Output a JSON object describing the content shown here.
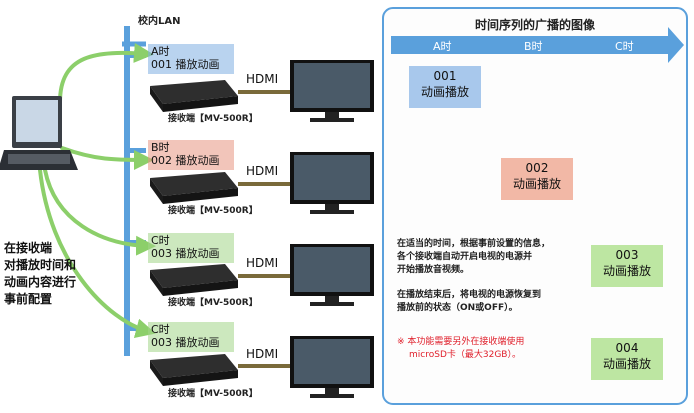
{
  "lan_label": "校内LAN",
  "receivers": [
    {
      "slot": "A时",
      "content": "001 播放动画",
      "label": "接收端【MV-500R】",
      "hdmi": "HDMI"
    },
    {
      "slot": "B时",
      "content": "002 播放动画",
      "label": "接收端【MV-500R】",
      "hdmi": "HDMI"
    },
    {
      "slot": "C时",
      "content": "003 播放动画",
      "label": "接收端【MV-500R】",
      "hdmi": "HDMI"
    },
    {
      "slot": "C时",
      "content": "003 播放动画",
      "label": "接收端【MV-500R】",
      "hdmi": "HDMI"
    }
  ],
  "left_note": [
    "在接收端",
    "对播放时间和",
    "动画内容进行",
    "事前配置"
  ],
  "timeline": {
    "title": "时间序列的广播的图像",
    "headers": [
      "A时",
      "B时",
      "C时"
    ],
    "events": [
      {
        "number": "001",
        "label": "动画播放"
      },
      {
        "number": "002",
        "label": "动画播放"
      },
      {
        "number": "003",
        "label": "动画播放"
      },
      {
        "number": "004",
        "label": "动画播放"
      }
    ],
    "description": [
      "在适当的时间，根据事前设置的信息，",
      "各个接收端自动开启电视的电源并",
      "开始播放音视频。",
      "",
      "在播放结束后，将电视的电源恢复到",
      "播放前的状态（ON或OFF）。"
    ],
    "note": [
      "※ 本功能需要另外在接收端使用",
      "microSD卡（最大32GB）。"
    ]
  },
  "colors": {
    "lan": "#5aa0dc",
    "link": "#8ccf6a",
    "timeline_arrow": "#5aa0dc",
    "panel_border": "#5aa0dc",
    "note": "#e0202c"
  },
  "icons": [
    "laptop-icon",
    "receiver-device-icon",
    "tv-monitor-icon",
    "timeline-arrow-icon"
  ]
}
